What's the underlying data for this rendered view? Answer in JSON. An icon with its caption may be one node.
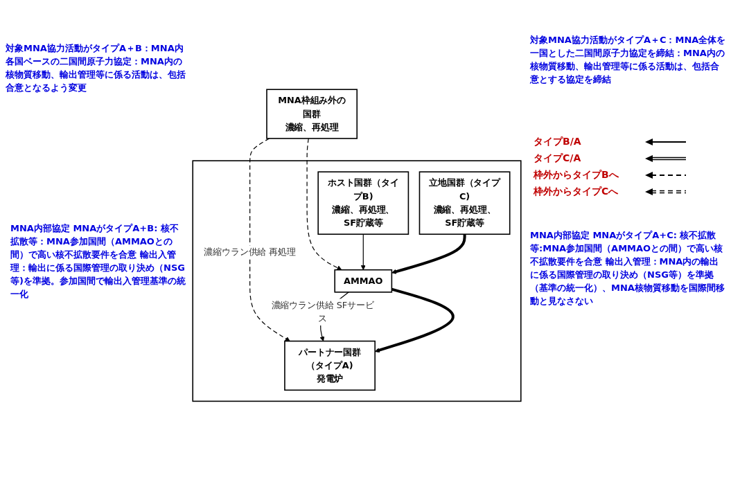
{
  "diagram": {
    "nodes": [
      {
        "text": [
          "MNA枠組み外の国群",
          "濃縮、再処理"
        ]
      },
      {
        "text": [],
        "shape": "box"
      },
      {
        "text": [
          "パートナー国群（タイプA)",
          "発電炉"
        ],
        "in": 1
      },
      {
        "text": [
          "AMMAO"
        ],
        "in": 1
      },
      {
        "text": [
          "ホスト国群（タイプB)",
          "濃縮、再処理、SF貯蔵等"
        ],
        "in": 1
      },
      {
        "text": [
          "立地国群（タイプC)",
          "濃縮、再処理、SF貯蔵等"
        ],
        "in": 1
      }
    ],
    "edges": [
      {
        "from": 0,
        "to": 2,
        "arrow": "to",
        "style": "dashed",
        "label": "濃縮ウラン供給 再処理"
      },
      {
        "from": 0,
        "to": 3,
        "arrow": "to",
        "style": "dashed"
      },
      {
        "from": 3,
        "to": 2,
        "arrow": "to",
        "label": "濃縮ウラン供給 SFサービス"
      },
      {
        "from": 3,
        "to": 2,
        "arrow": "to",
        "style": "thick"
      },
      {
        "from": 4,
        "to": 3,
        "arrow": "to"
      },
      {
        "from": 5,
        "to": 3,
        "arrow": "to",
        "style": "thick"
      }
    ],
    "labels": [
      "対象MNA協力活動がタイプA＋B：MNA内各国ベースの二国間原子力協定：MNA内の核物質移動、輸出管理等に係る活動は、包括合意となるよう変更",
      "対象MNA協力活動がタイプA＋C：MNA全体を一国とした二国間原子力協定を締結：MNA内の核物質移動、輸出管理等に係る活動は、包括合意とする協定を締結",
      "MNA内部協定 MNAがタイプA+B: 核不拡散等：MNA参加国間（AMMAOとの間）で高い核不拡散要件を合意 輸出入管理：輸出に係る国際管理の取り決め（NSG等)を準拠。参加国間で輸出入管理基準の統一化",
      "MNA内部協定 MNAがタイプA+C: 核不拡散等:MNA参加国間（AMMAOとの間）で高い核不拡散要件を合意 輸出入管理：MNA内の輸出に係る国際管理の取り決め（NSG等）を準拠（基準の統一化）、MNA核物質移動を国際間移動と見なさない"
    ],
    "legend": [
      {
        "text": "タイプB/A"
      },
      {
        "text": "タイプC/A"
      },
      {
        "text": "枠外からタイプBへ"
      },
      {
        "text": "枠外からタイプCへ"
      }
    ]
  }
}
